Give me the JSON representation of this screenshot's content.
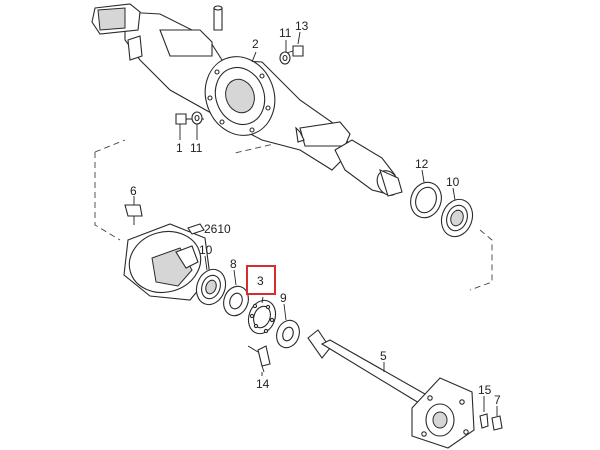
{
  "callouts": {
    "p1": "1",
    "p2": "2",
    "p3": "3",
    "p5": "5",
    "p6": "6",
    "p7": "7",
    "p8": "8",
    "p9": "9",
    "p10a": "10",
    "p10b": "10",
    "p11a": "11",
    "p11b": "11",
    "p12": "12",
    "p13": "13",
    "p14": "14",
    "p15": "15",
    "p2610": "2610"
  },
  "highlight": {
    "target": "3",
    "color": "#d32f2f"
  },
  "colors": {
    "line": "#222222",
    "shade": "#d6d6d6"
  }
}
